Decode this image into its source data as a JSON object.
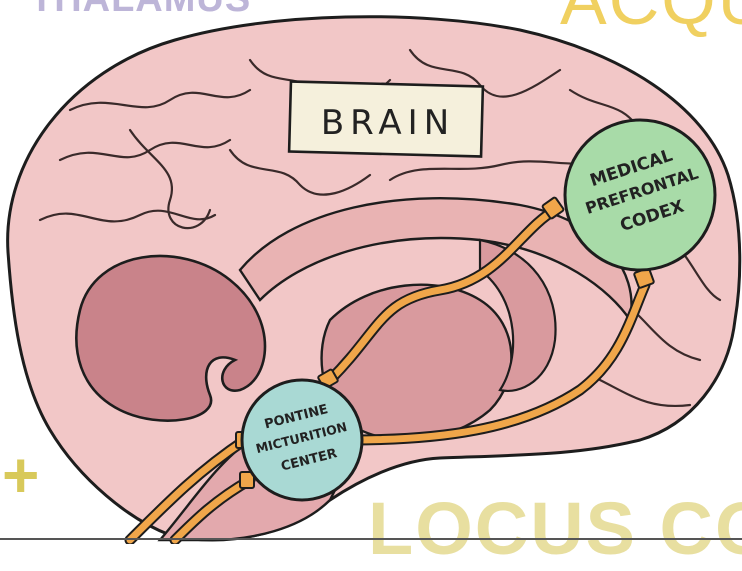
{
  "background_words": {
    "thalamus": "THALAMUS",
    "acq": "ACQU",
    "plus": "+",
    "locus": "LOCUS CO"
  },
  "labels": {
    "brain": "BRAIN",
    "mpc_line1": "MEDICAL",
    "mpc_line2": "PREFRONTAL",
    "mpc_line3": "CODEX",
    "pmc_line1": "PONTINE",
    "pmc_line2": "MICTURITION",
    "pmc_line3": "CENTER"
  },
  "colors": {
    "brain_tissue": "#f2c7c7",
    "inner_structure": "#c9838a",
    "outline": "#1d1d1d",
    "nerve_tube": "#f0a64a",
    "mpc_node": "#a8dba8",
    "pmc_node": "#a9d9d4"
  }
}
